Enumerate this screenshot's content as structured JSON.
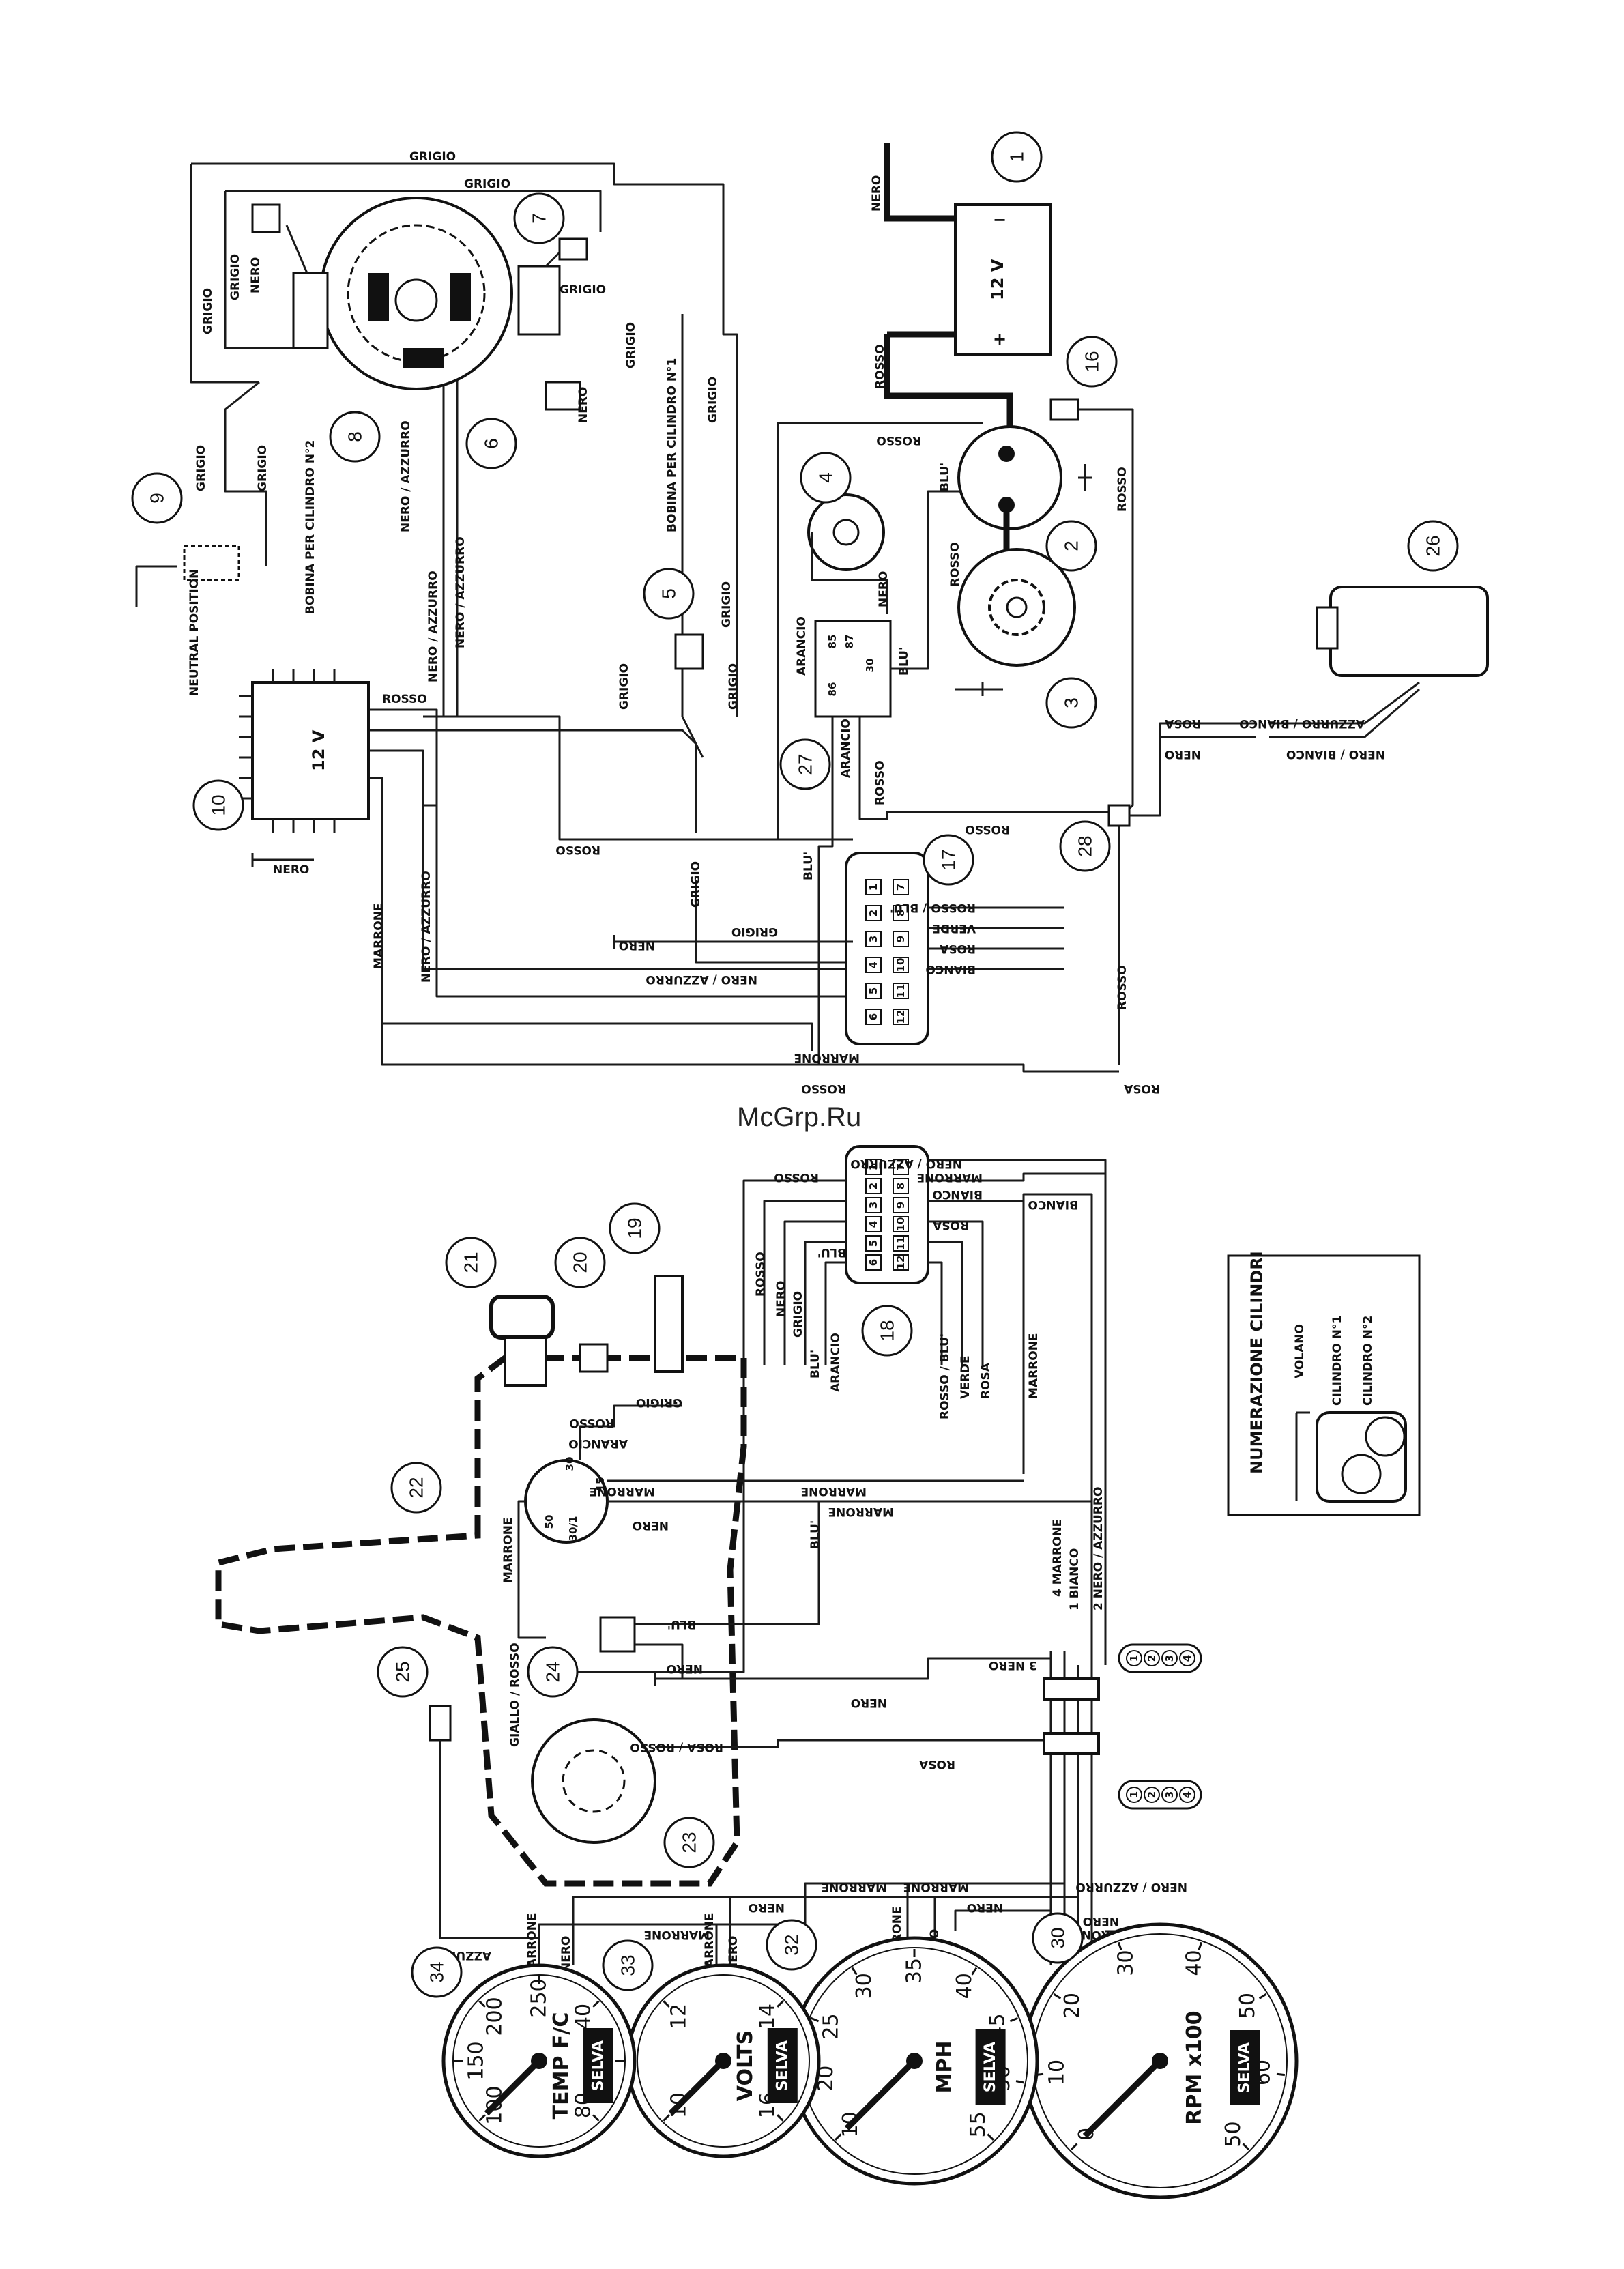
{
  "watermark": "McGrp.Ru",
  "callouts": [
    "1",
    "2",
    "3",
    "4",
    "5",
    "6",
    "7",
    "8",
    "9",
    "10",
    "16",
    "17",
    "18",
    "19",
    "20",
    "21",
    "22",
    "23",
    "24",
    "25",
    "26",
    "27",
    "28",
    "30",
    "32",
    "33",
    "34"
  ],
  "battery": {
    "voltage": "12 V",
    "minus": "−",
    "plus": "+"
  },
  "regulator": {
    "voltage": "12 V"
  },
  "labels": {
    "grigio": "GRIGIO",
    "nero": "NERO",
    "rosso": "ROSSO",
    "blu": "BLU'",
    "bobina_1": "BOBINA PER CILINDRO N°1",
    "bobina_2": "BOBINA PER CILINDRO N°2",
    "neutral": "NEUTRAL POSITION",
    "nero_azzurro": "NERO / AZZURRO",
    "arancio": "ARANCIO",
    "marrone": "MARRONE",
    "rosa": "ROSA",
    "bianco": "BIANCO",
    "verde": "VERDE",
    "rosso_blu": "ROSSO / BLU'",
    "nero_bianco": "NERO / BIANCO",
    "azzurro_bianco": "AZZURRO / BIANCO",
    "giallo_rosso": "GIALLO / ROSSO",
    "rosa_rosso": "ROSA / ROSSO",
    "azzurro": "AZZURRO",
    "nero_3": "3 NERO",
    "marrone_4": "4 MARRONE",
    "bianco_1": "1 BIANCO",
    "nero_azzurro_2": "2 NERO / AZZURRO"
  },
  "relay_pins": [
    "85",
    "87",
    "86",
    "30"
  ],
  "ignition_switch_pins": [
    "30",
    "15",
    "50",
    "30/1"
  ],
  "connector_17_pins": [
    "1",
    "2",
    "3",
    "4",
    "5",
    "6",
    "7",
    "8",
    "9",
    "10",
    "11",
    "12"
  ],
  "connector_18_pins": [
    "1",
    "2",
    "3",
    "4",
    "5",
    "6",
    "7",
    "8",
    "9",
    "10",
    "11",
    "12"
  ],
  "plug_pins": [
    "1",
    "2",
    "3",
    "4"
  ],
  "cylinder_box": {
    "title": "NUMERAZIONE CILINDRI",
    "flywheel": "VOLANO",
    "cyl1": "CILINDRO N°1",
    "cyl2": "CILINDRO N°2"
  },
  "gauges": {
    "tacho": {
      "brand": "SELVA",
      "unit": "RPM",
      "mult": "x100",
      "ticks": [
        "0",
        "10",
        "20",
        "30",
        "40",
        "50",
        "60",
        "50"
      ]
    },
    "speedo": {
      "brand": "SELVA",
      "unit": "MPH",
      "ticks": [
        "10",
        "20",
        "25",
        "30",
        "35",
        "40",
        "45",
        "50",
        "55"
      ]
    },
    "volt": {
      "brand": "SELVA",
      "unit": "VOLTS",
      "ticks": [
        "10",
        "12",
        "14",
        "16"
      ]
    },
    "temp": {
      "brand": "SELVA",
      "unit": "TEMP",
      "unit_sub": "F/C",
      "ticks": [
        "100",
        "150",
        "200",
        "250",
        "40",
        "60",
        "80"
      ]
    }
  }
}
